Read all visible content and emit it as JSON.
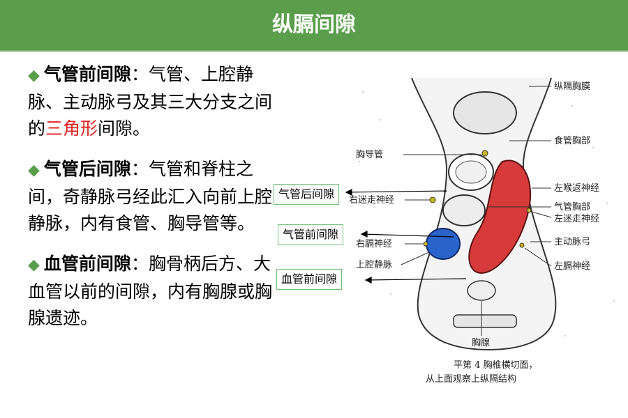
{
  "title": "纵膈间隙",
  "paragraphs": [
    {
      "bullet": "◆",
      "term": "气管前间隙",
      "text_before": "：气管、上腔静脉、主动脉弓及其三大分支之间的",
      "highlight": "三角形",
      "text_after": "间隙。"
    },
    {
      "bullet": "◆",
      "term": "气管后间隙",
      "text_before": "：气管和脊柱之间，奇静脉弓经此汇入向前上腔静脉，内有食管、胸导管等。",
      "highlight": "",
      "text_after": ""
    },
    {
      "bullet": "◆",
      "term": "血管前间隙",
      "text_before": "：胸骨柄后方、大血管以前的间隙，内有胸腺或胸腺遗迹。",
      "highlight": "",
      "text_after": ""
    }
  ],
  "overlay_labels": [
    "气管后间隙",
    "气管前间隙",
    "血管前间隙"
  ],
  "figure": {
    "labels_left": [
      "胸导管",
      "右迷走神经",
      "右膈神经",
      "上腔静脉"
    ],
    "labels_right": [
      "纵隔胸膜",
      "食管胸部",
      "左喉返神经",
      "气管胸部",
      "左迷走神经",
      "主动脉弓",
      "左膈神经"
    ],
    "label_bottom": "胸腺",
    "caption_line1": "平第 4 胸椎横切面，",
    "caption_line2": "从上面观察上纵隔结构"
  },
  "colors": {
    "title_bar": "#5a9e4b",
    "bullet": "#5a9e4b",
    "highlight": "#e02020",
    "aorta": "#d63a3a",
    "vena_cava": "#2a63c9",
    "box_border": "#6fbf73"
  }
}
